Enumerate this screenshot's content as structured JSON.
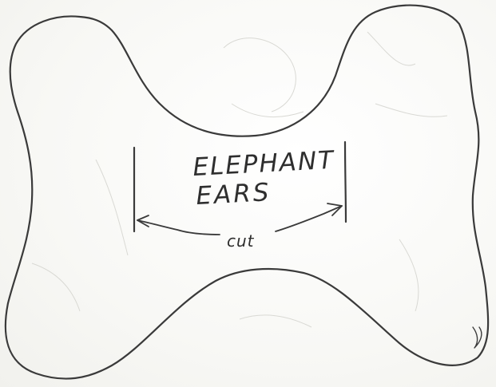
{
  "pattern": {
    "title_line1": "ELEPHANT",
    "title_line2": "EARS",
    "cut_label": "cut"
  },
  "colors": {
    "paper": "#fbfbf8",
    "ink": "#3a3a3a",
    "bleed_through": "#d9d9d4"
  }
}
